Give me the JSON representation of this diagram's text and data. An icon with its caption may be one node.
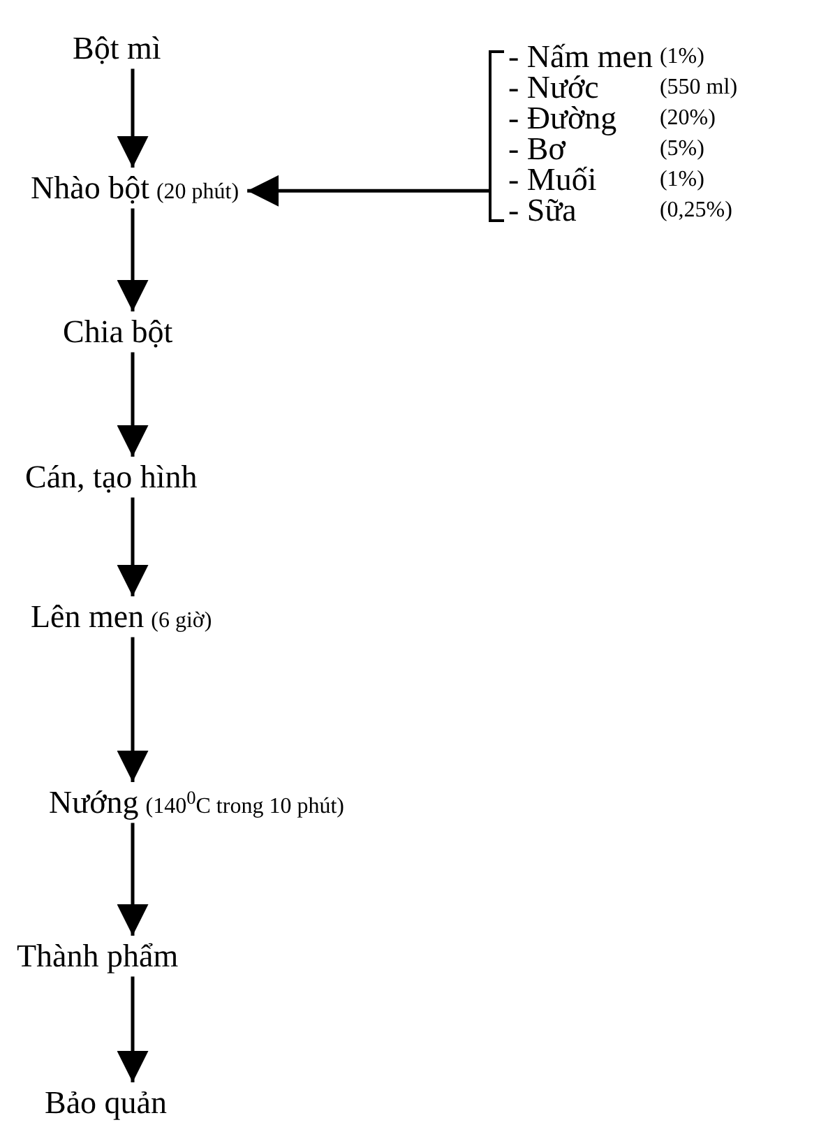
{
  "diagram": {
    "nodes": [
      {
        "text": [
          "Bột mì"
        ]
      },
      {
        "text": [
          "Nhào bột",
          "(20 phút)"
        ]
      },
      {
        "text": [
          "Chia bột"
        ]
      },
      {
        "text": [
          "Cán, tạo hình"
        ]
      },
      {
        "text": [
          "Lên men",
          "(6 giờ)"
        ]
      },
      {
        "text": [
          "Nướng",
          "(140$^{0}$C trong 10 phút)"
        ]
      },
      {
        "text": [
          "Thành phẩm"
        ]
      },
      {
        "text": [
          "Bảo quản"
        ]
      },
      {
        "text": [
          "- Nấm men",
          "(1%)",
          "- Nước",
          "(550 ml)",
          "- Đường",
          "(20%)",
          "- Bơ",
          "(5%)",
          "- Muối",
          "(1%)",
          "- Sữa",
          "(0,25%)"
        ]
      }
    ],
    "edges": [
      {
        "from": 0,
        "to": 1,
        "arrow": "to"
      },
      {
        "from": 8,
        "to": 1,
        "arrow": "to"
      },
      {
        "from": 1,
        "to": 2,
        "arrow": "to"
      },
      {
        "from": 2,
        "to": 3,
        "arrow": "to"
      },
      {
        "from": 3,
        "to": 4,
        "arrow": "to"
      },
      {
        "from": 4,
        "to": 5,
        "arrow": "to"
      },
      {
        "from": 5,
        "to": 6,
        "arrow": "to"
      },
      {
        "from": 6,
        "to": 7,
        "arrow": "to"
      }
    ]
  }
}
